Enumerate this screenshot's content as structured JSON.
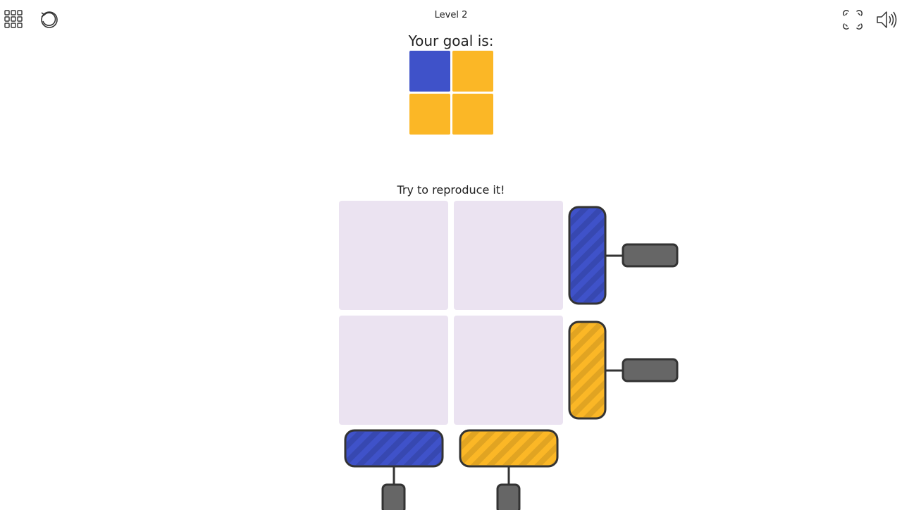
{
  "colors": {
    "blue": "#3f52c9",
    "yellow": "#fbb726",
    "empty_cell": "#ebe3f1",
    "handle": "#666666",
    "outline": "#333333"
  },
  "header": {
    "level_title": "Level 2",
    "left_icons": [
      "grid-menu-icon",
      "restart-icon"
    ],
    "right_icons": [
      "fullscreen-icon",
      "sound-icon"
    ]
  },
  "goal": {
    "title": "Your goal is:",
    "grid": [
      [
        "blue",
        "yellow"
      ],
      [
        "yellow",
        "yellow"
      ]
    ]
  },
  "board": {
    "instruction": "Try to reproduce it!",
    "cells": [
      [
        "empty",
        "empty"
      ],
      [
        "empty",
        "empty"
      ]
    ]
  },
  "rollers": {
    "rows": [
      {
        "row": 1,
        "color": "blue"
      },
      {
        "row": 2,
        "color": "yellow"
      }
    ],
    "columns": [
      {
        "column": 1,
        "color": "blue"
      },
      {
        "column": 2,
        "color": "yellow"
      }
    ]
  }
}
